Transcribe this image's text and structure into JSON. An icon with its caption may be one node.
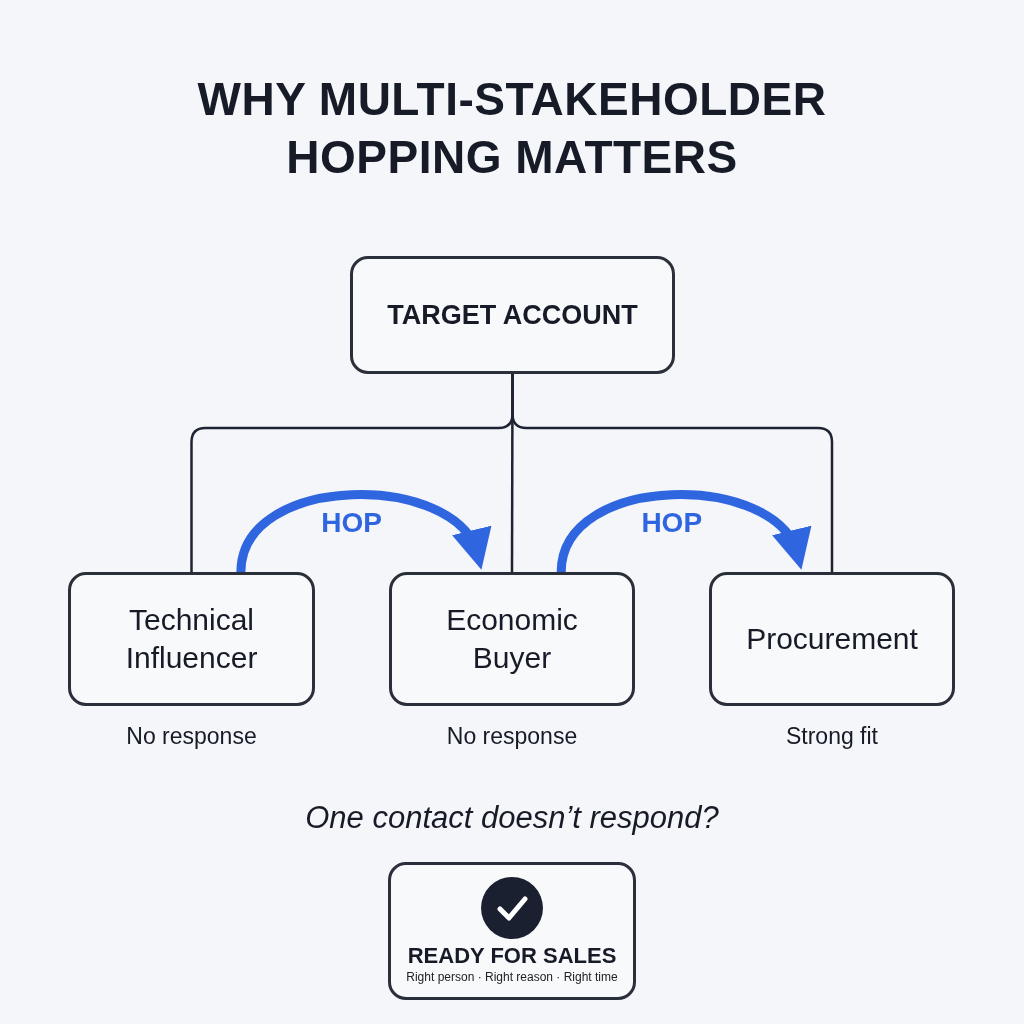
{
  "diagram": {
    "title": "WHY MULTI-STAKEHOLDER HOPPING MATTERS",
    "nodes": [
      {
        "text": [
          "TARGET ACCOUNT"
        ]
      },
      {
        "text": [
          "Technical Influencer"
        ],
        "beside": [
          "No response"
        ]
      },
      {
        "text": [
          "Economic Buyer"
        ],
        "beside": [
          "No response"
        ]
      },
      {
        "text": [
          "Procurement"
        ],
        "beside": [
          "Strong fit"
        ]
      },
      {
        "text": [
          "READY FOR SALES",
          "Right person · Right reason · Right time"
        ]
      }
    ],
    "edges": [
      {
        "from": 0,
        "to": 1,
        "arrow": "none"
      },
      {
        "from": 0,
        "to": 2,
        "arrow": "none"
      },
      {
        "from": 0,
        "to": 3,
        "arrow": "none"
      },
      {
        "from": 1,
        "to": 2,
        "arrow": "to",
        "label": "HOP",
        "style": "thick",
        "color": "#2f66e0"
      },
      {
        "from": 2,
        "to": 3,
        "arrow": "to",
        "label": "HOP",
        "style": "thick",
        "color": "#2f66e0"
      }
    ],
    "caption": "One contact doesn’t respond?"
  }
}
